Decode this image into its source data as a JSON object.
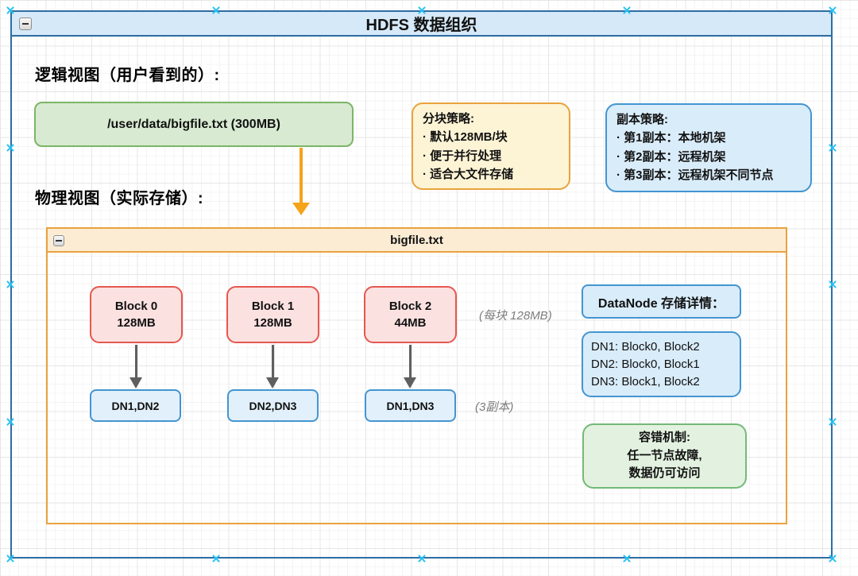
{
  "diagram": {
    "title": "HDFS 数据组织",
    "logical_heading": "逻辑视图（用户看到的）:",
    "physical_heading": "物理视图（实际存储）:",
    "file_node_label": "/user/data/bigfile.txt (300MB)",
    "block_strategy": {
      "title": "分块策略:",
      "items": [
        "· 默认128MB/块",
        "· 便于并行处理",
        "· 适合大文件存储"
      ]
    },
    "replica_strategy": {
      "title": "副本策略:",
      "items": [
        "· 第1副本：本地机架",
        "· 第2副本：远程机架",
        "· 第3副本：远程机架不同节点"
      ]
    },
    "container": {
      "title": "bigfile.txt",
      "blocks": [
        {
          "name": "Block 0",
          "size": "128MB",
          "dn": "DN1,DN2"
        },
        {
          "name": "Block 1",
          "size": "128MB",
          "dn": "DN2,DN3"
        },
        {
          "name": "Block 2",
          "size": "44MB",
          "dn": "DN1,DN3"
        }
      ],
      "annotation_per_block": "(每块 128MB)",
      "annotation_replicas": "(3副本)",
      "datanode_header": "DataNode 存储详情：",
      "datanode_details": [
        "DN1: Block0, Block2",
        "DN2: Block0, Block1",
        "DN3: Block1, Block2"
      ],
      "fault_tolerance": [
        "容错机制:",
        "任一节点故障,",
        "数据仍可访问"
      ]
    },
    "colors": {
      "outer_border": "#2e6da4",
      "outer_title_fill": "#d6e9f8",
      "selection_handle": "#24c2f2",
      "green_fill": "#d8ead2",
      "green_border": "#7cb567",
      "yellow_fill": "#fdf4d5",
      "yellow_border": "#e8a33d",
      "blue_fill": "#d9ecfa",
      "blue_border": "#4395d1",
      "pink_fill": "#fce1e1",
      "pink_border": "#e4574e",
      "container_title_fill": "#fcecd4",
      "container_border": "#e8a33d",
      "fault_fill": "#e3f2e0",
      "fault_border": "#74b977",
      "arrow_orange": "#f5a31b",
      "arrow_gray": "#5f5f5f",
      "annotation_text": "#7d7d7d"
    }
  }
}
